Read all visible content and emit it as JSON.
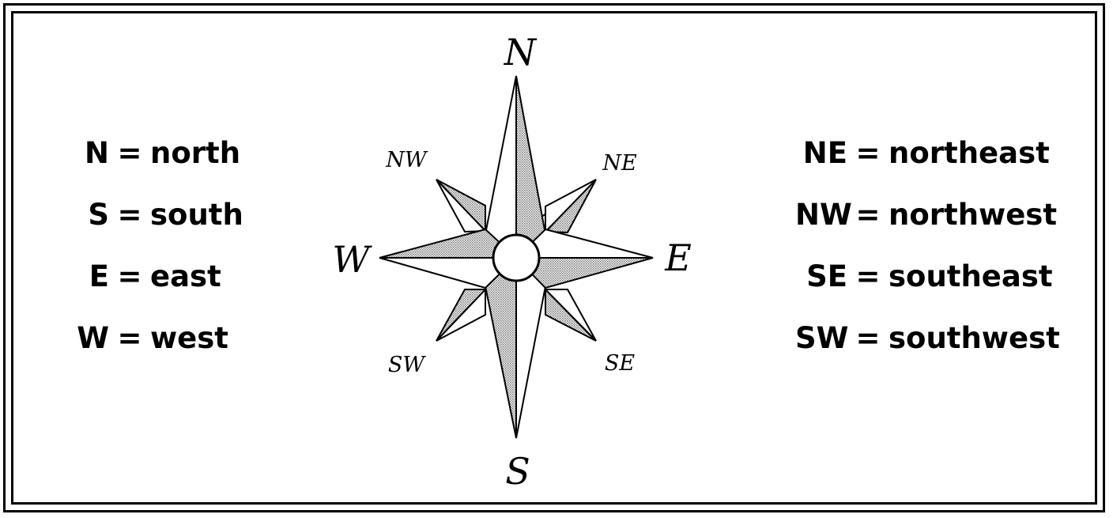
{
  "left_legend": [
    {
      "abbr": "N",
      "eq": "=",
      "word": "north"
    },
    {
      "abbr": "S",
      "eq": "=",
      "word": "south"
    },
    {
      "abbr": "E",
      "eq": "=",
      "word": "east"
    },
    {
      "abbr": "W",
      "eq": "=",
      "word": "west"
    }
  ],
  "right_legend": [
    {
      "abbr": "NE",
      "eq": "=",
      "word": "northeast"
    },
    {
      "abbr": "NW",
      "eq": "=",
      "word": "northwest"
    },
    {
      "abbr": "SE",
      "eq": "=",
      "word": "southeast"
    },
    {
      "abbr": "SW",
      "eq": "=",
      "word": "southwest"
    }
  ],
  "compass": {
    "n": "N",
    "s": "S",
    "e": "E",
    "w": "W",
    "ne": "NE",
    "nw": "NW",
    "se": "SE",
    "sw": "SW"
  },
  "colors": {
    "ink": "#000000",
    "shade": "#c8c8c8",
    "paper": "#ffffff"
  }
}
